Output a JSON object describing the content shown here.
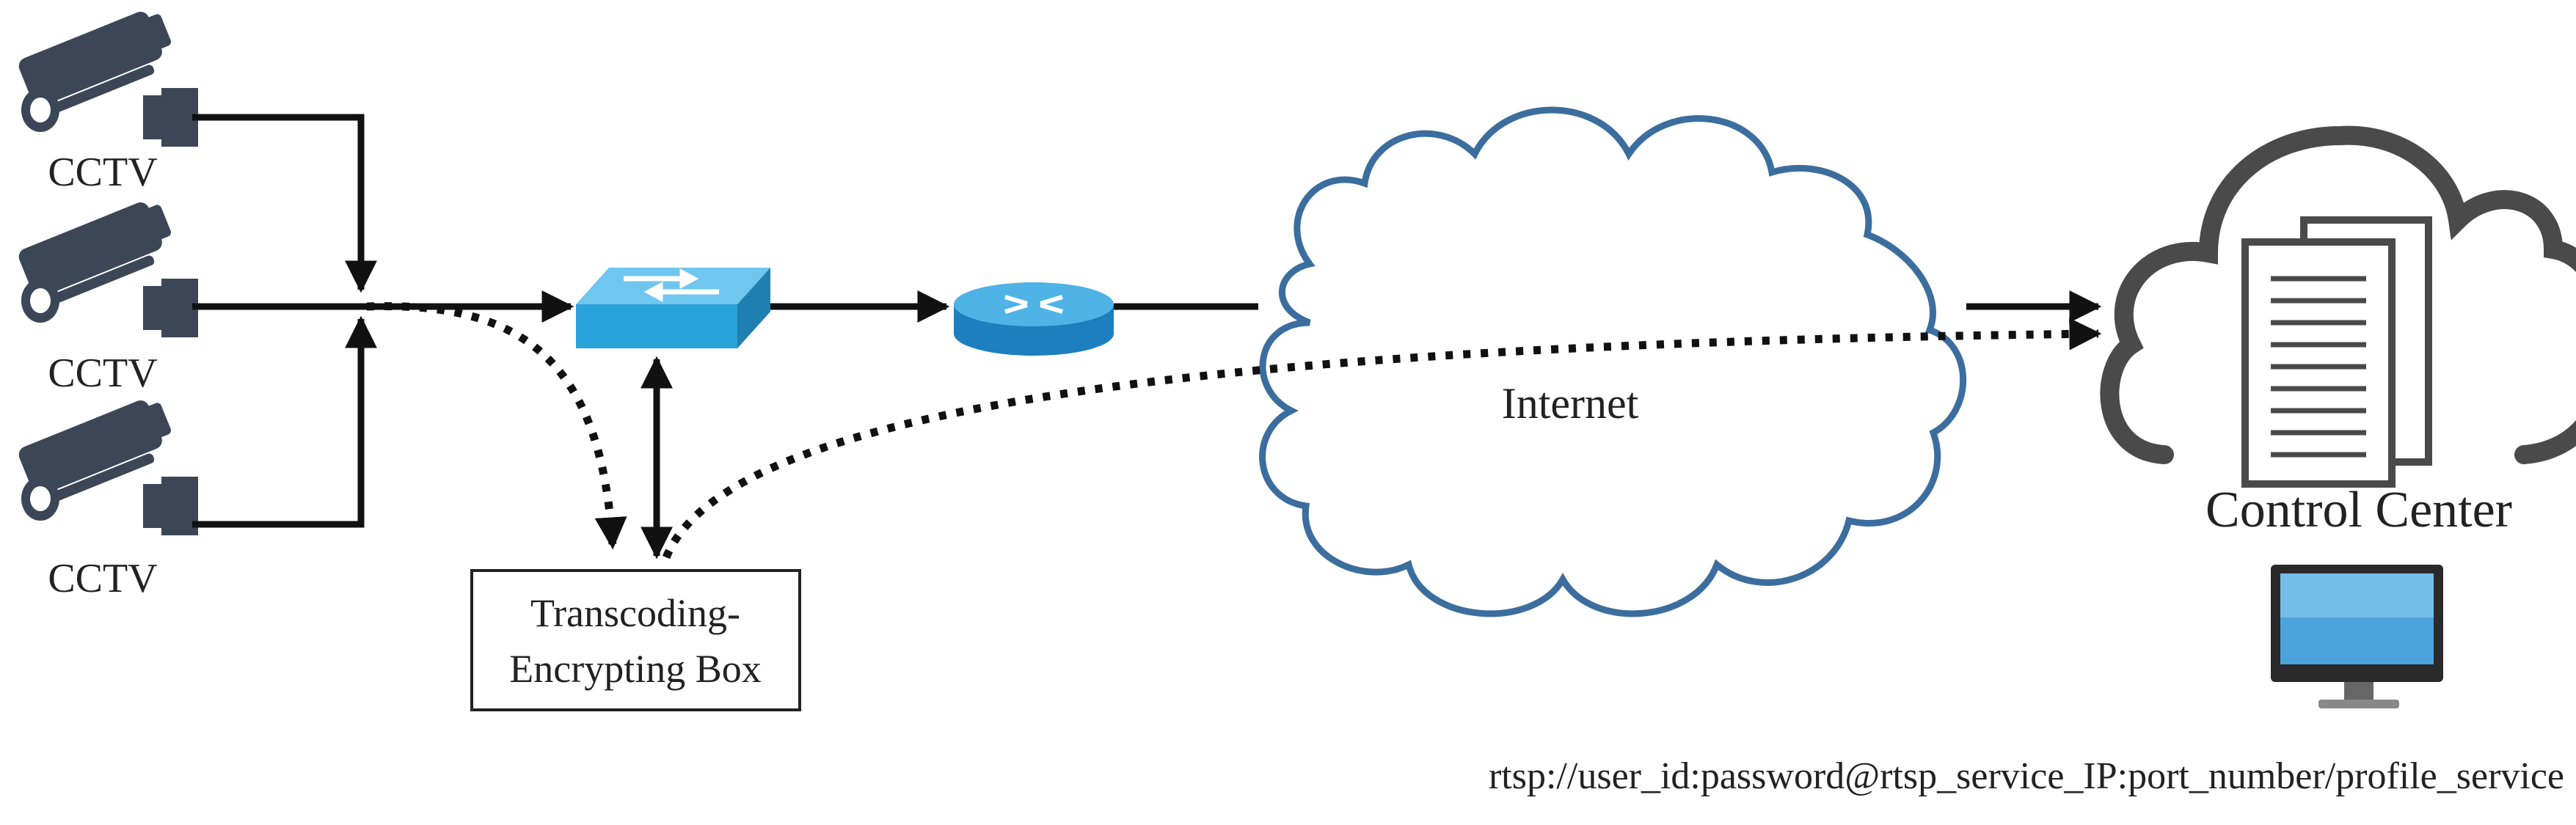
{
  "cameras": [
    {
      "label": "CCTV"
    },
    {
      "label": "CCTV"
    },
    {
      "label": "CCTV"
    }
  ],
  "transcoding_box": {
    "line1": "Transcoding-",
    "line2": "Encrypting Box"
  },
  "internet": {
    "label": "Internet"
  },
  "control_center": {
    "label": "Control Center"
  },
  "rtsp_url": "rtsp://user_id:password@rtsp_service_IP:port_number/profile_service",
  "colors": {
    "camera": "#3b4757",
    "line": "#111111",
    "switch": "#29a3da",
    "router": "#1e7fbf",
    "cloud_outline": "#3b6e9e",
    "control_center_icon": "#4a4a4a",
    "monitor_screen": "#4aa3dc"
  },
  "icons": [
    "cctv-camera-icon",
    "network-switch-icon",
    "router-icon",
    "internet-cloud-icon",
    "server-cloud-icon",
    "monitor-icon"
  ]
}
